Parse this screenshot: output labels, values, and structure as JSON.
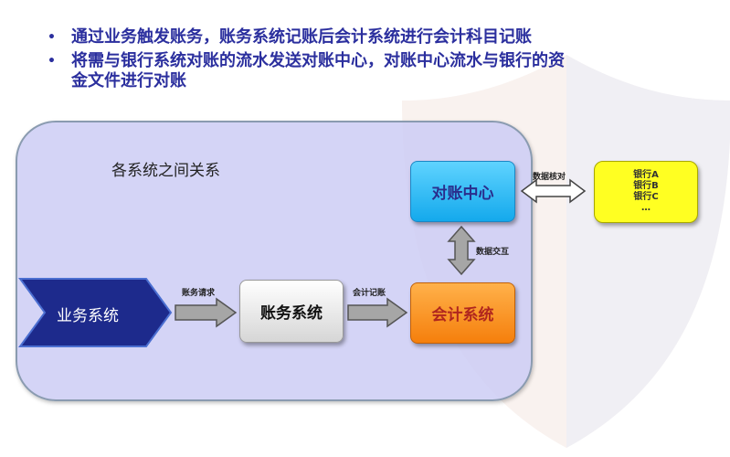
{
  "bullets": [
    "通过业务触发账务，账务系统记账后会计系统进行会计科目记账",
    "将需与银行系统对账的流水发送对账中心，对账中心流水与银行的资",
    "金文件进行对账"
  ],
  "diagram": {
    "panel_title": "各系统之间关系",
    "nodes": {
      "business": "业务系统",
      "ledger": "账务系统",
      "accounting": "会计系统",
      "recon_center": "对账中心",
      "banks": [
        "银行A",
        "银行B",
        "银行C",
        "…"
      ]
    },
    "edges": {
      "business_to_ledger": "账务请求",
      "ledger_to_accounting": "会计记账",
      "accounting_recon": "数据交互",
      "recon_banks": "数据核对"
    }
  },
  "colors": {
    "bullet_text": "#2b2f9e",
    "panel_bg": "#cdcdf5",
    "recon_box": "#14a9ec",
    "accounting_box": "#f57f0c",
    "ledger_box": "#e8e8e8",
    "banks_box": "#ffff22",
    "business_chevron": "#1d2a8c"
  }
}
